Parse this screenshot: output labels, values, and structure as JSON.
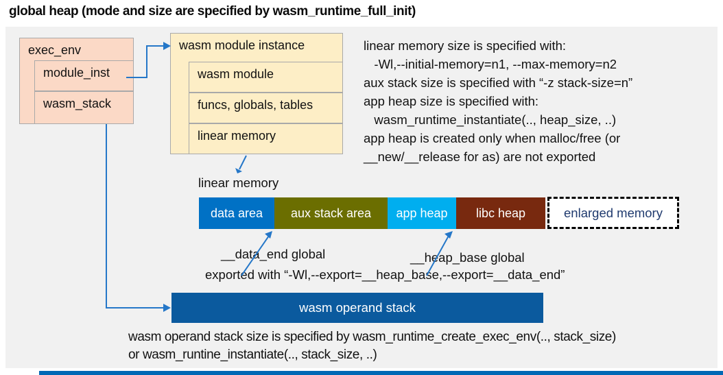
{
  "title": "global heap (mode and size are specified by wasm_runtime_full_init)",
  "exec_env": {
    "header": "exec_env",
    "children": [
      "module_inst",
      "wasm_stack"
    ]
  },
  "module_instance": {
    "header": "wasm module instance",
    "children": [
      "wasm module",
      "funcs, globals, tables",
      "linear memory"
    ]
  },
  "notes_right": {
    "lines": [
      "linear memory size is specified with:",
      "   -Wl,--initial-memory=n1, --max-memory=n2",
      "aux stack size is specified with “-z stack-size=n”",
      "app heap size is specified with:",
      "   wasm_runtime_instantiate(.., heap_size, ..)",
      "app heap is created only when malloc/free (or",
      "__new/__release for as) are not exported"
    ]
  },
  "linear_memory": {
    "label": "linear memory",
    "segments": [
      {
        "label": "data area",
        "color": "#0071c5"
      },
      {
        "label": "aux stack area",
        "color": "#6b6e00"
      },
      {
        "label": "app heap",
        "color": "#00aeef"
      },
      {
        "label": "libc heap",
        "color": "#78290f"
      }
    ],
    "enlarged_label": "enlarged memory"
  },
  "annotations": {
    "data_end": "__data_end global",
    "heap_base": "__heap_base global",
    "exported": "exported with “-Wl,--export=__heap_base,--export=__data_end”"
  },
  "operand_stack": {
    "label": "wasm operand stack",
    "color": "#0b5a9e",
    "caption_lines": [
      "wasm operand stack size is specified by wasm_runtime_create_exec_env(.., stack_size)",
      "or wasm_runtine_instantiate(.., stack_size, ..)"
    ]
  },
  "colors": {
    "panel_bg": "#f1f1f1",
    "exec_box": "#fbd9c6",
    "instance_box": "#fdeec6",
    "arrow": "#2577c8",
    "enlarged_text": "#1f3a6e",
    "bottom_strip": "#0068b5"
  }
}
